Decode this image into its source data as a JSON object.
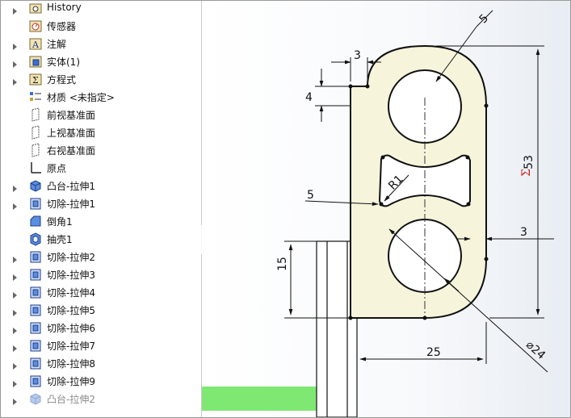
{
  "feature_tree": {
    "items": [
      {
        "label": "History",
        "icon": "history-folder-icon",
        "expandable": true
      },
      {
        "label": "传感器",
        "icon": "sensor-icon",
        "expandable": false
      },
      {
        "label": "注解",
        "icon": "annotation-icon",
        "expandable": true
      },
      {
        "label": "实体(1)",
        "icon": "solid-body-icon",
        "expandable": true
      },
      {
        "label": "方程式",
        "icon": "equation-icon",
        "expandable": true
      },
      {
        "label": "材质 <未指定>",
        "icon": "material-icon",
        "expandable": false
      },
      {
        "label": "前视基准面",
        "icon": "plane-icon",
        "expandable": false
      },
      {
        "label": "上视基准面",
        "icon": "plane-icon",
        "expandable": false
      },
      {
        "label": "右视基准面",
        "icon": "plane-icon",
        "expandable": false
      },
      {
        "label": "原点",
        "icon": "origin-icon",
        "expandable": false
      },
      {
        "label": "凸台-拉伸1",
        "icon": "boss-extrude-icon",
        "expandable": true
      },
      {
        "label": "切除-拉伸1",
        "icon": "cut-extrude-icon",
        "expandable": true
      },
      {
        "label": "倒角1",
        "icon": "chamfer-icon",
        "expandable": false
      },
      {
        "label": "抽壳1",
        "icon": "shell-icon",
        "expandable": false
      },
      {
        "label": "切除-拉伸2",
        "icon": "cut-extrude-icon",
        "expandable": true
      },
      {
        "label": "切除-拉伸3",
        "icon": "cut-extrude-icon",
        "expandable": true
      },
      {
        "label": "切除-拉伸4",
        "icon": "cut-extrude-icon",
        "expandable": true
      },
      {
        "label": "切除-拉伸5",
        "icon": "cut-extrude-icon",
        "expandable": true
      },
      {
        "label": "切除-拉伸6",
        "icon": "cut-extrude-icon",
        "expandable": true
      },
      {
        "label": "切除-拉伸7",
        "icon": "cut-extrude-icon",
        "expandable": true
      },
      {
        "label": "切除-拉伸8",
        "icon": "cut-extrude-icon",
        "expandable": true
      },
      {
        "label": "切除-拉伸9",
        "icon": "cut-extrude-icon",
        "expandable": true
      },
      {
        "label": "凸台-拉伸2",
        "icon": "boss-extrude-icon",
        "expandable": true,
        "suppressed": true
      }
    ]
  },
  "sketch": {
    "dimensions": {
      "top_radius": "5",
      "top_offset": "3",
      "top_step": "4",
      "left_offset": "5",
      "fillet": "R1",
      "right_offset": "3",
      "height_total": "53",
      "base_height": "15",
      "width": "25",
      "diameter": "⌀24"
    },
    "equation_symbol": "Σ"
  },
  "colors": {
    "sketch_fill": "#f6f5dc",
    "base_green": "#7ee873",
    "equation_red": "#d42020"
  }
}
